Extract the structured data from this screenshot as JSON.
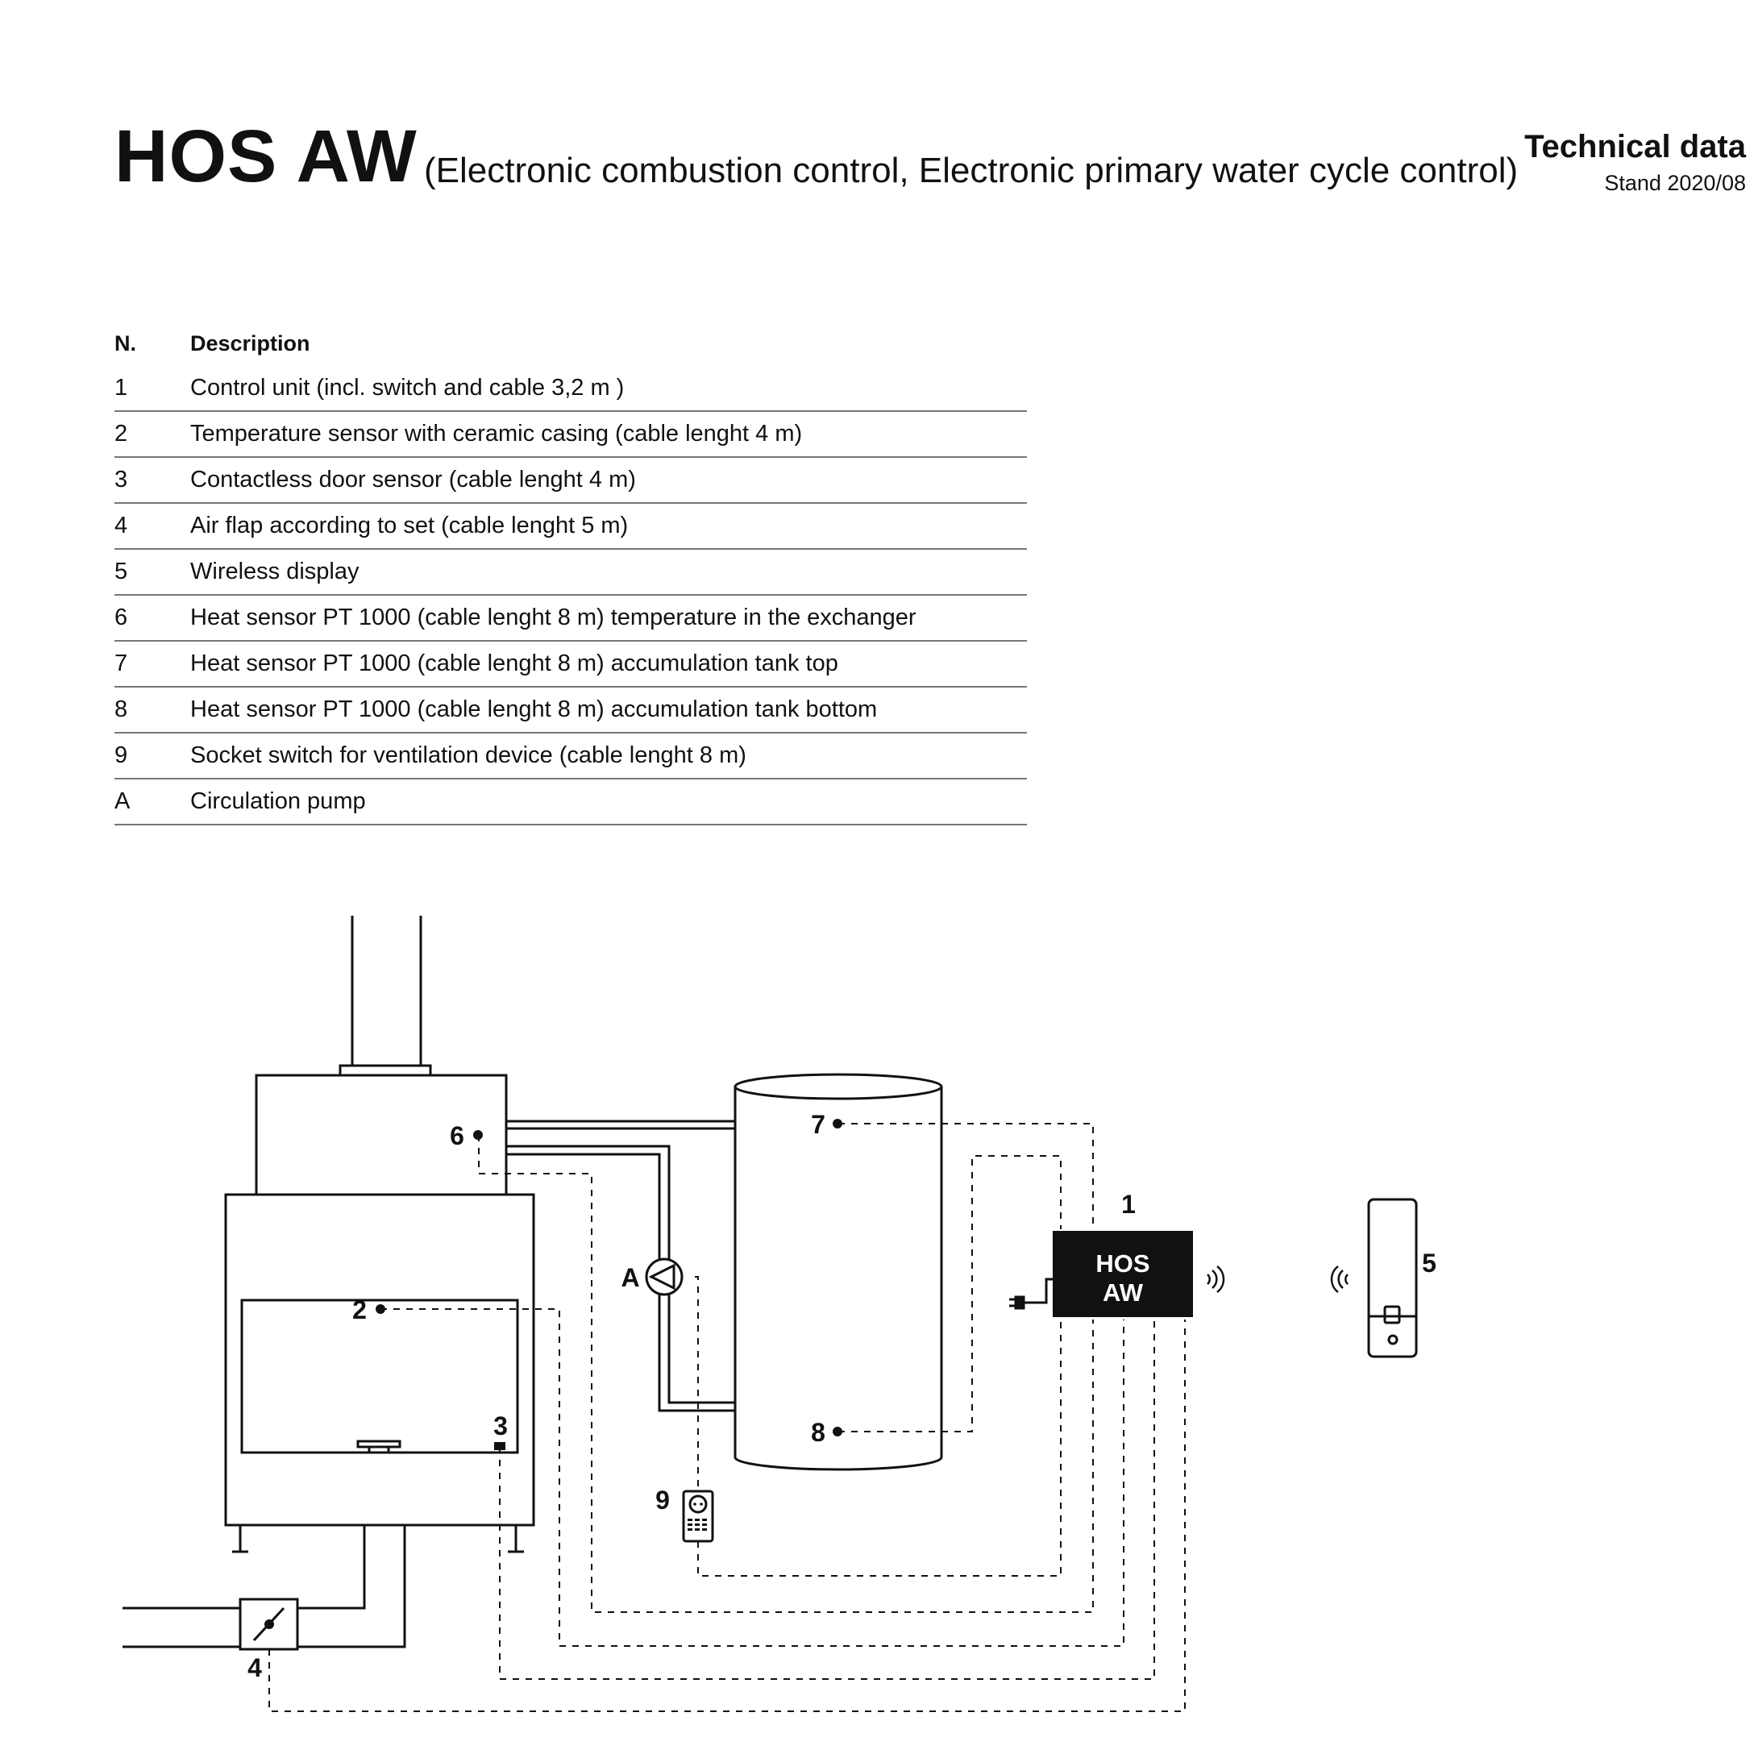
{
  "header": {
    "title": "HOS AW",
    "subtitle": "(Electronic combustion control, Electronic primary water cycle control)",
    "doc_type": "Technical data",
    "stand": "Stand 2020/08"
  },
  "legend": {
    "col_number": "N.",
    "col_description": "Description",
    "rows": [
      {
        "n": "1",
        "d": "Control unit (incl. switch and cable 3,2 m )"
      },
      {
        "n": "2",
        "d": "Temperature sensor with ceramic casing (cable lenght 4 m)"
      },
      {
        "n": "3",
        "d": "Contactless door sensor (cable lenght 4 m)"
      },
      {
        "n": "4",
        "d": "Air flap according to set (cable lenght 5 m)"
      },
      {
        "n": "5",
        "d": "Wireless display"
      },
      {
        "n": "6",
        "d": "Heat sensor PT 1000 (cable lenght 8 m) temperature in the exchanger"
      },
      {
        "n": "7",
        "d": "Heat sensor PT 1000 (cable lenght 8 m) accumulation tank top"
      },
      {
        "n": "8",
        "d": "Heat sensor PT 1000 (cable lenght 8 m) accumulation tank bottom"
      },
      {
        "n": "9",
        "d": "Socket switch for ventilation device (cable lenght 8 m)"
      },
      {
        "n": "A",
        "d": "Circulation pump"
      }
    ]
  },
  "diagram": {
    "control_unit_line1": "HOS",
    "control_unit_line2": "AW",
    "labels": {
      "l1": "1",
      "l2": "2",
      "l3": "3",
      "l4": "4",
      "l5": "5",
      "l6": "6",
      "l7": "7",
      "l8": "8",
      "l9": "9",
      "lA": "A"
    }
  }
}
